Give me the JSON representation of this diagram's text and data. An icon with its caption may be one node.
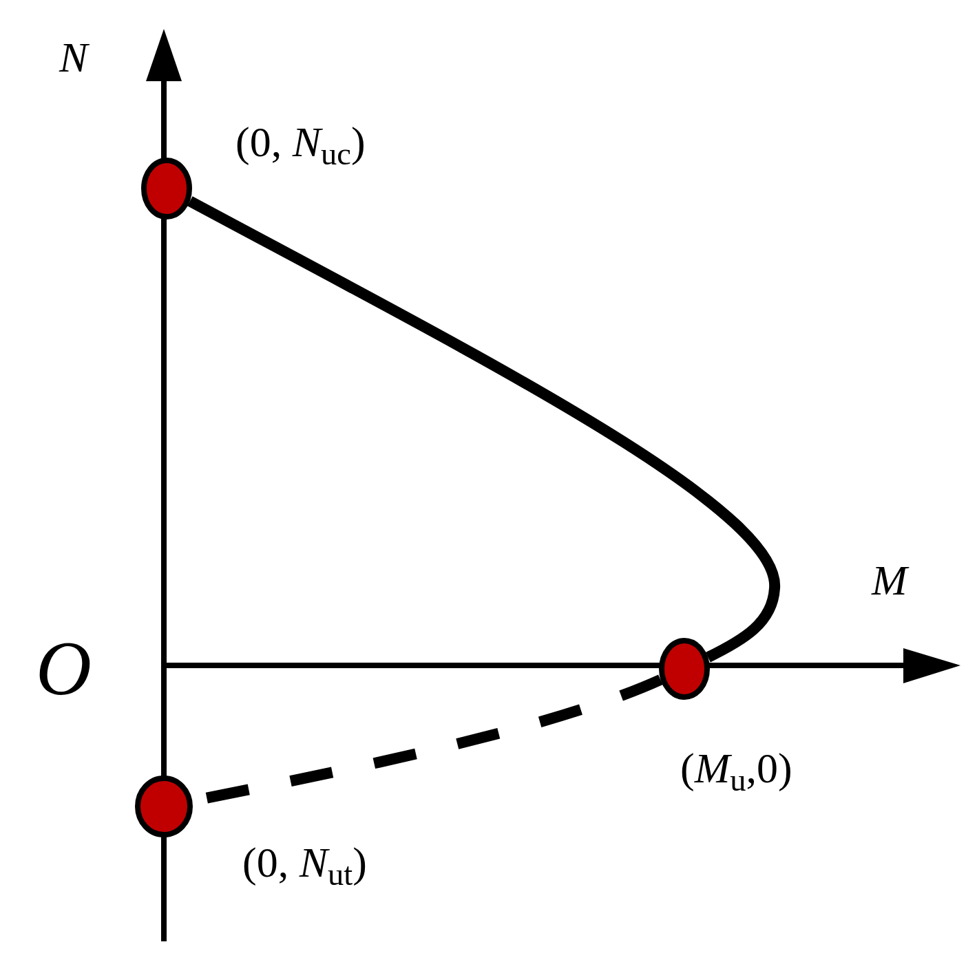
{
  "diagram": {
    "nodes": [
      {
        "text": [],
        "shape": "circle",
        "beside": [
          "(0, *N*$_{uc}$)"
        ]
      },
      {
        "text": [],
        "shape": "circle",
        "beside": [
          "(*M*$_{u}$,0)"
        ]
      },
      {
        "text": [],
        "shape": "circle",
        "beside": [
          "(0, *N*$_{ut}$)"
        ]
      }
    ],
    "edges": [
      {
        "from": 0,
        "to": 1,
        "arrow": "none"
      },
      {
        "from": 1,
        "to": 2,
        "arrow": "none",
        "style": "dashed"
      }
    ],
    "labels": [
      "N",
      "M",
      "O"
    ]
  }
}
